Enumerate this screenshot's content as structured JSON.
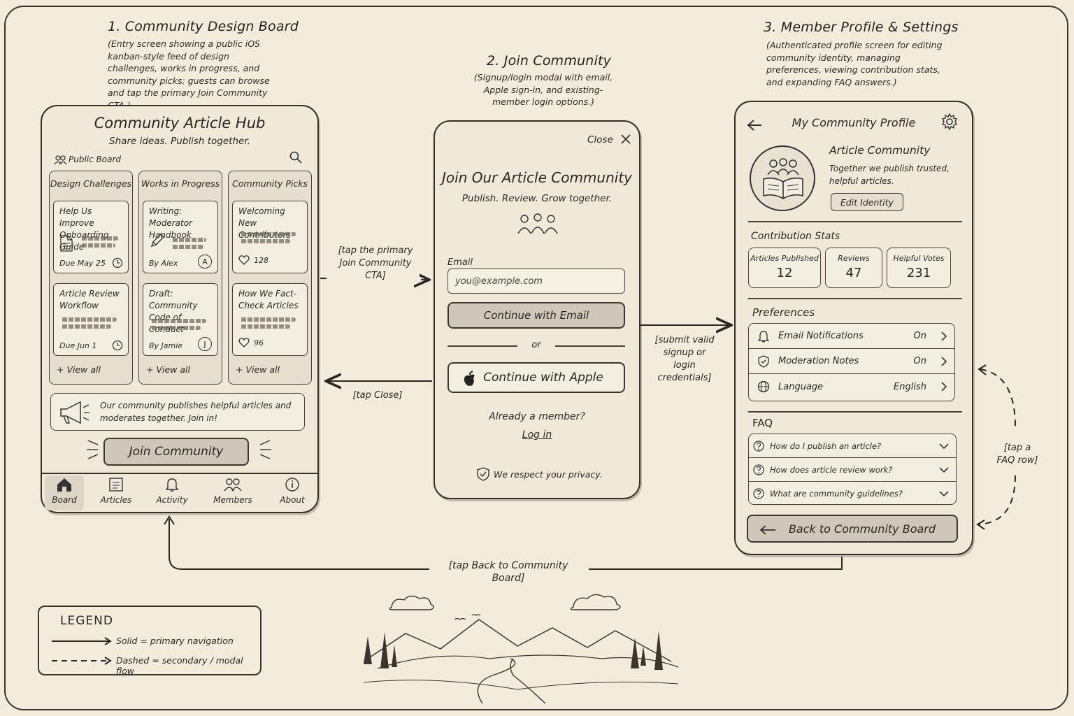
{
  "screen1": {
    "heading": "1. Community Design Board",
    "description": "(Entry screen showing a public iOS kanban-style feed of design challenges, works in progress, and community picks; guests can browse and tap the primary Join Community CTA.)",
    "app_title": "Community Article Hub",
    "app_subtitle": "Share ideas. Publish together.",
    "board_label": "Public Board",
    "columns": [
      {
        "title": "Design Challenges",
        "cards": [
          {
            "title": "Help Us Improve Onboarding Guide",
            "meta": "Due May 25"
          },
          {
            "title": "Article Review Workflow",
            "meta": "Due Jun 1"
          }
        ],
        "view_all": "+ View all"
      },
      {
        "title": "Works in Progress",
        "cards": [
          {
            "title": "Writing: Moderator Handbook",
            "meta": "By Alex",
            "avatar": "A"
          },
          {
            "title": "Draft: Community Code of Conduct",
            "meta": "By Jamie",
            "avatar": "J"
          }
        ],
        "view_all": "+ View all"
      },
      {
        "title": "Community Picks",
        "cards": [
          {
            "title": "Welcoming New Contributors",
            "meta": "128"
          },
          {
            "title": "How We Fact-Check Articles",
            "meta": "96"
          }
        ],
        "view_all": "+ View all"
      }
    ],
    "banner": "Our community publishes helpful articles and moderates together. Join in!",
    "cta": "Join Community",
    "tabs": [
      "Board",
      "Articles",
      "Activity",
      "Members",
      "About"
    ]
  },
  "screen2": {
    "heading": "2. Join Community",
    "description": "(Signup/login modal with email, Apple sign-in, and existing-member login options.)",
    "close": "Close",
    "title": "Join Our Article Community",
    "subtitle": "Publish. Review. Grow together.",
    "email_label": "Email",
    "email_placeholder": "you@example.com",
    "email_button": "Continue with Email",
    "or": "or",
    "apple_button": "Continue with Apple",
    "member_prompt": "Already a member?",
    "login": "Log in",
    "privacy": "We respect your privacy."
  },
  "screen3": {
    "heading": "3. Member Profile & Settings",
    "description": "(Authenticated profile screen for editing community identity, managing preferences, viewing contribution stats, and expanding FAQ answers.)",
    "title": "My Community Profile",
    "community_name": "Article Community",
    "community_tagline": "Together we publish trusted, helpful articles.",
    "edit_button": "Edit Identity",
    "stats_heading": "Contribution Stats",
    "stats": [
      {
        "label": "Articles Published",
        "value": "12"
      },
      {
        "label": "Reviews",
        "value": "47"
      },
      {
        "label": "Helpful Votes",
        "value": "231"
      }
    ],
    "prefs_heading": "Preferences",
    "prefs": [
      {
        "label": "Email Notifications",
        "value": "On"
      },
      {
        "label": "Moderation Notes",
        "value": "On"
      },
      {
        "label": "Language",
        "value": "English"
      }
    ],
    "faq_heading": "FAQ",
    "faqs": [
      "How do I publish an article?",
      "How does article review work?",
      "What are community guidelines?"
    ],
    "back_button": "Back to Community Board"
  },
  "transitions": {
    "join_cta": "[tap the primary Join Community CTA]",
    "close": "[tap Close]",
    "submit": "[submit valid signup or login credentials]",
    "faq": "[tap a FAQ row]",
    "back": "[tap Back to Community Board]"
  },
  "legend": {
    "title": "LEGEND",
    "solid": "Solid = primary navigation",
    "dashed": "Dashed = secondary / modal flow"
  }
}
